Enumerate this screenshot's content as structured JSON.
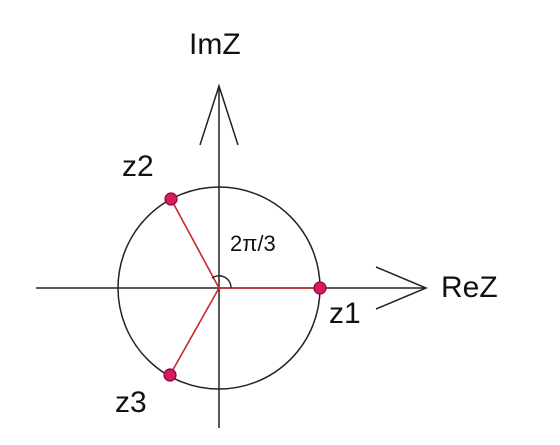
{
  "diagram": {
    "axes": {
      "imaginary_label": "ImZ",
      "real_label": "ReZ"
    },
    "angle_label": "2π/3",
    "points": [
      {
        "label": "z1",
        "angle_deg": 0
      },
      {
        "label": "z2",
        "angle_deg": 120
      },
      {
        "label": "z3",
        "angle_deg": 240
      }
    ],
    "colors": {
      "circle": "#222222",
      "axes": "#222222",
      "radius_lines": "#c62828",
      "points_fill": "#d81b60",
      "points_stroke": "#8e0038"
    }
  }
}
